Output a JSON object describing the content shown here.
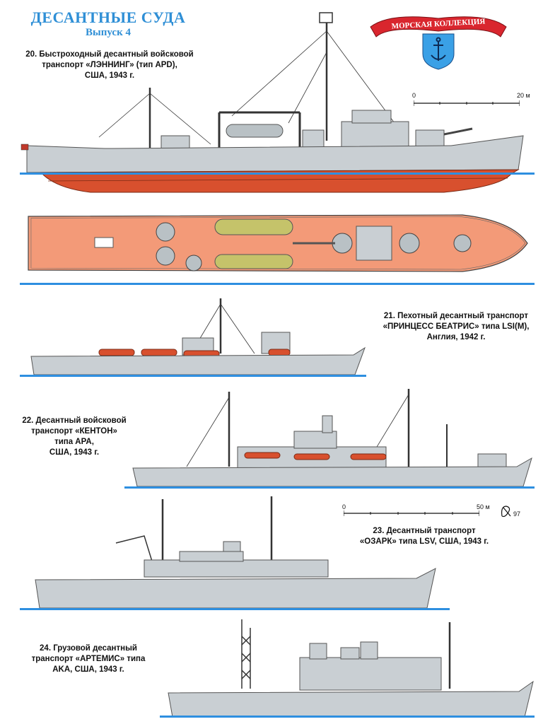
{
  "header": {
    "title": "ДЕСАНТНЫЕ СУДА",
    "issue": "Выпуск 4",
    "logo_text": "МОРСКАЯ КОЛЛЕКЦИЯ"
  },
  "ships": [
    {
      "caption_lines": [
        "20. Быстроходный десантный войсковой",
        "транспорт «ЛЭННИНГ» (тип APD),",
        "США, 1943 г."
      ]
    },
    {
      "caption_lines": [
        "21. Пехотный десантный транспорт",
        "«ПРИНЦЕСС БЕАТРИС» типа LSI(M),",
        "Англия, 1942 г."
      ]
    },
    {
      "caption_lines": [
        "22. Десантный войсковой",
        "транспорт «КЕНТОН»",
        "типа APA,",
        "США, 1943 г."
      ]
    },
    {
      "caption_lines": [
        "23. Десантный транспорт",
        "«ОЗАРК» типа LSV, США, 1943 г."
      ]
    },
    {
      "caption_lines": [
        "24. Грузовой десантный",
        "транспорт «АРТЕМИС» типа",
        "AKA, США, 1943 г."
      ]
    }
  ],
  "scales": {
    "top": {
      "start": "0",
      "end": "20 м"
    },
    "mid": {
      "start": "0",
      "end": "50 м"
    }
  },
  "signature": "97",
  "colors": {
    "accent_blue": "#2f8fd6",
    "waterline": "#2e8fe0",
    "hull_gray": "#c9cfd3",
    "red_hull": "#d8502e",
    "deck_salmon": "#f39a78",
    "logo_red": "#d9262e",
    "logo_shield": "#3aa0e6"
  }
}
